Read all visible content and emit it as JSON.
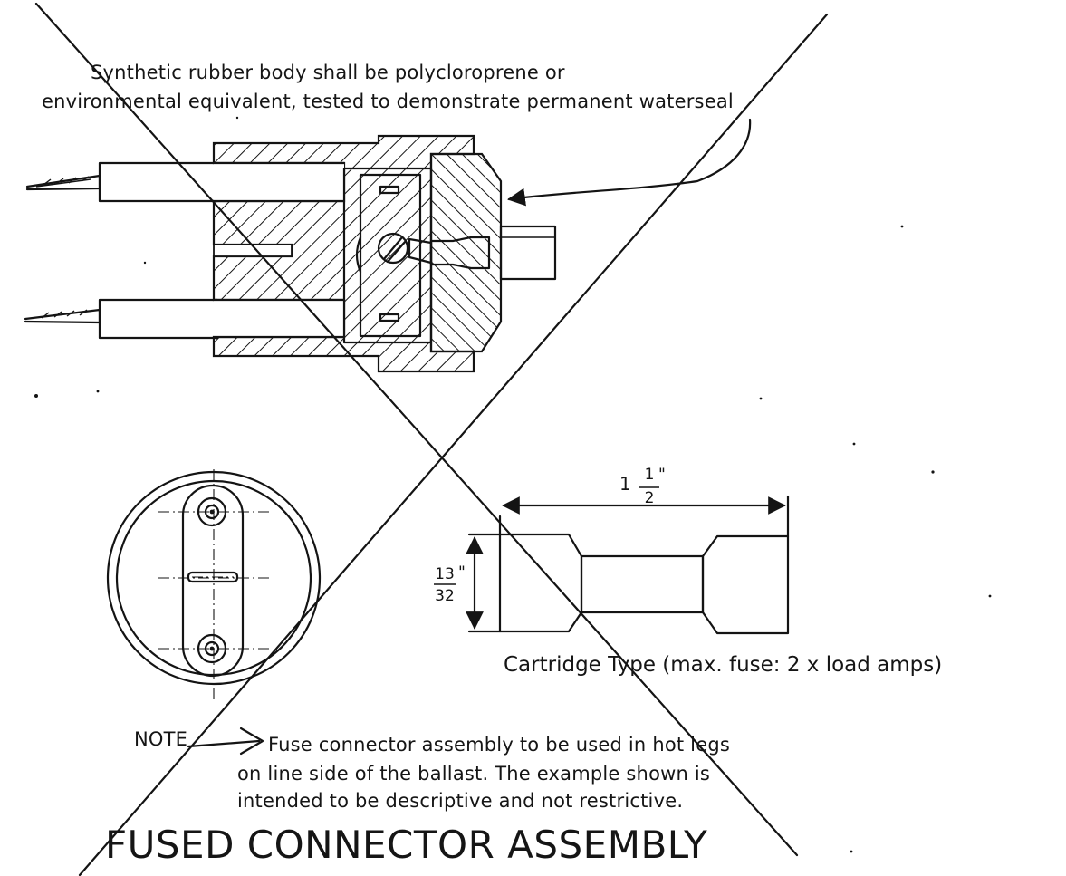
{
  "callout": {
    "line1": "Synthetic rubber body shall be polycloroprene or",
    "line2": "environmental equivalent, tested to demonstrate permanent waterseal"
  },
  "dimensions": {
    "length_whole": "1",
    "length_num": "1",
    "length_den": "2",
    "length_unit": "\"",
    "dia_num": "13",
    "dia_unit": "\"",
    "dia_den": "32"
  },
  "cartridge_caption": "Cartridge Type (max. fuse: 2 x load amps)",
  "note": {
    "label": "NOTE",
    "line1": "Fuse connector assembly to be used in hot legs",
    "line2": "on line side of the ballast. The example shown is",
    "line3": "intended to be descriptive and not restrictive."
  },
  "title": "FUSED CONNECTOR ASSEMBLY",
  "style": {
    "ink": "#141414",
    "paper": "#ffffff"
  }
}
